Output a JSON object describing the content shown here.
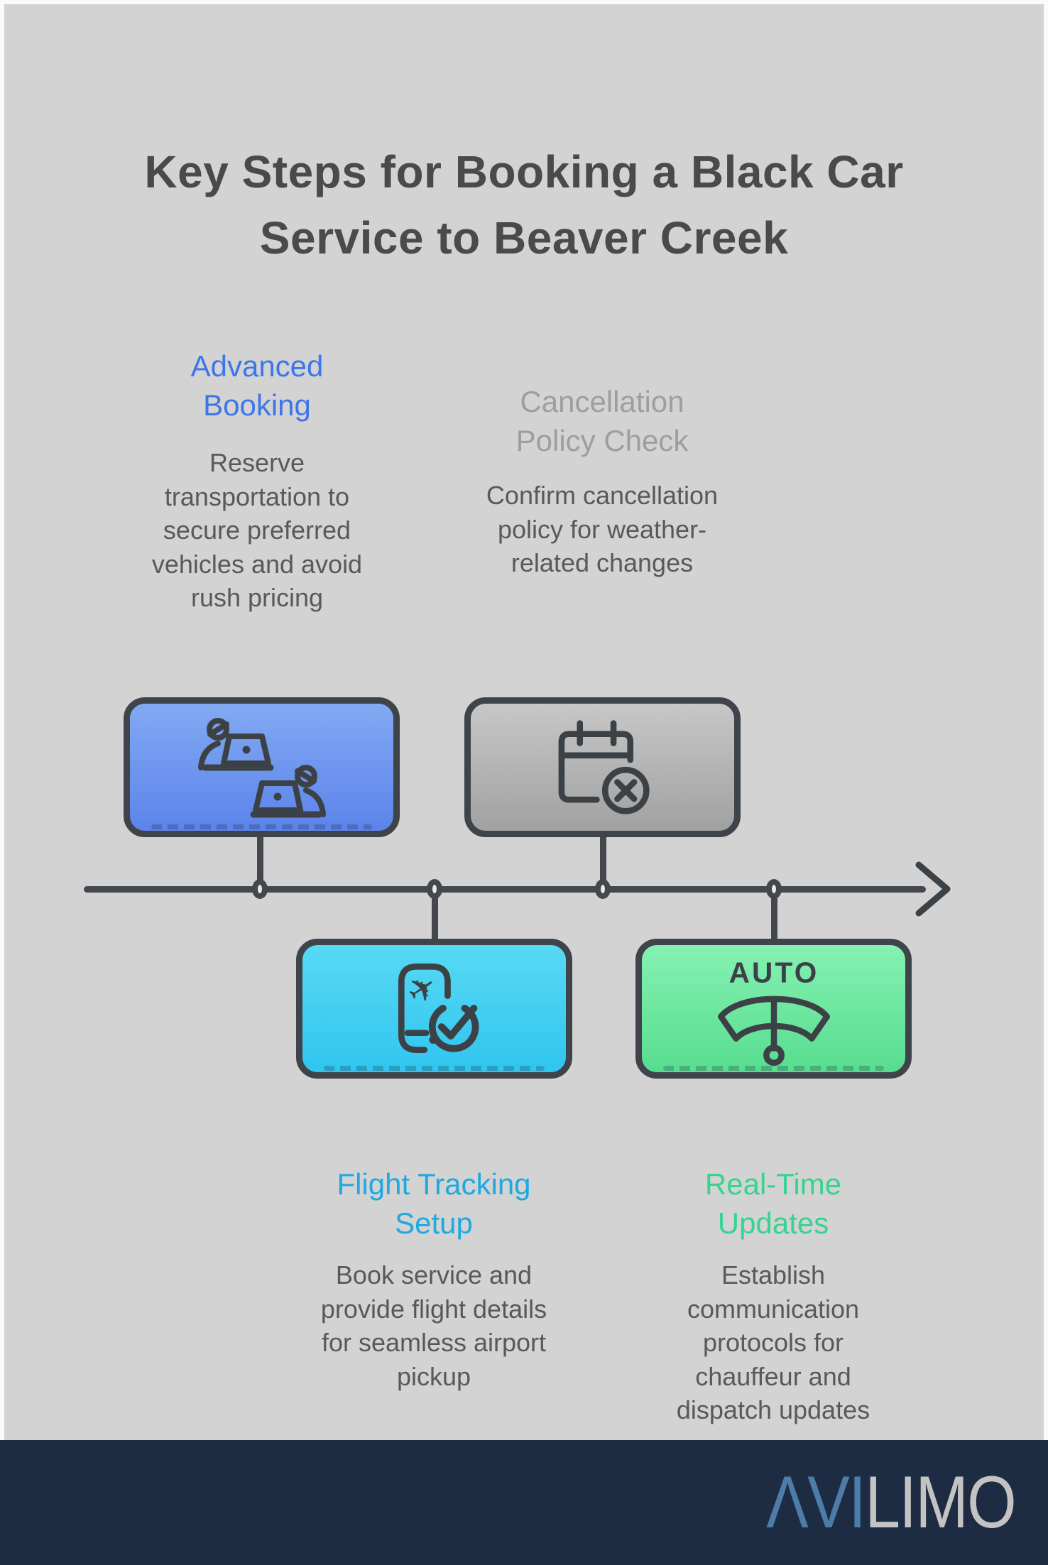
{
  "page": {
    "title": "Key Steps for Booking a Black Car Service to Beaver Creek",
    "background_color": "#d3d3d3",
    "frame_color": "#fafbfb",
    "timeline_color": "#44484d"
  },
  "steps": [
    {
      "title": "Advanced Booking",
      "description": "Reserve transportation to secure preferred vehicles and avoid rush pricing",
      "accent": "#3d76e8",
      "icon": "people-laptops-icon",
      "box_top_color": "#82aaf3",
      "box_bottom_color": "#5c83ea",
      "position": "above-timeline"
    },
    {
      "title": "Cancellation Policy Check",
      "description": "Confirm cancellation policy for weather-related changes",
      "accent": "#9e9e9e",
      "icon": "calendar-x-icon",
      "box_top_color": "#c7c7c7",
      "box_bottom_color": "#a1a1a1",
      "position": "above-timeline"
    },
    {
      "title": "Flight Tracking Setup",
      "description": "Book service and provide flight details for seamless airport pickup",
      "accent": "#1fa9e1",
      "icon": "phone-flight-check-icon",
      "box_top_color": "#58d9f4",
      "box_bottom_color": "#30c5ef",
      "position": "below-timeline"
    },
    {
      "title": "Real-Time Updates",
      "description": "Establish communication protocols for chauffeur and dispatch updates",
      "accent": "#35d490",
      "icon": "auto-wiper-icon",
      "icon_label": "AUTO",
      "box_top_color": "#85f1b2",
      "box_bottom_color": "#57dd8f",
      "position": "below-timeline"
    }
  ],
  "footer": {
    "background": "#1d2c42",
    "logo_prefix": "ΛVI",
    "logo_suffix": "LIMO",
    "logo_prefix_color": "#4d7ca8",
    "logo_suffix_color": "#c3c3c3"
  }
}
